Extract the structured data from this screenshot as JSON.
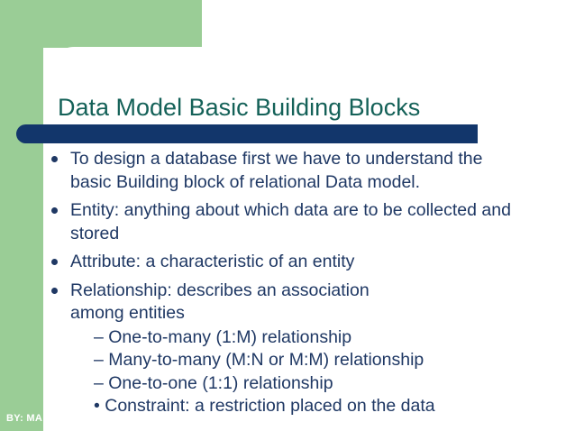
{
  "slide": {
    "title": "Data Model Basic Building Blocks",
    "footer": "BY: MA",
    "colors": {
      "green": "#9acd96",
      "navy_bar": "#12366b",
      "title_text": "#146158",
      "body_text": "#1f3864",
      "panel": "#ffffff"
    },
    "bullets": [
      {
        "marker": "bullet-disc",
        "lines": [
          "To design a database first we have to understand the",
          "basic Building block of  relational Data model."
        ],
        "text": "To design a database first we have to understand the basic Building block of  relational Data model."
      },
      {
        "marker": "bullet-disc",
        "lines": [
          "Entity: anything about which data are to be collected and",
          "stored"
        ],
        "text": "Entity: anything about which data are to be collected and stored"
      },
      {
        "marker": "bullet-disc",
        "lines": [
          "Attribute: a characteristic of an entity"
        ],
        "text": "Attribute: a characteristic of an entity"
      },
      {
        "marker": "bullet-disc",
        "lines": [
          "Relationship: describes an association",
          "among entities"
        ],
        "text": "Relationship: describes an association among entities"
      }
    ],
    "sub_items": [
      "– One-to-many (1:M) relationship",
      "– Many-to-many (M:N or M:M) relationship",
      "– One-to-one (1:1) relationship",
      "• Constraint: a restriction placed on the data"
    ]
  }
}
